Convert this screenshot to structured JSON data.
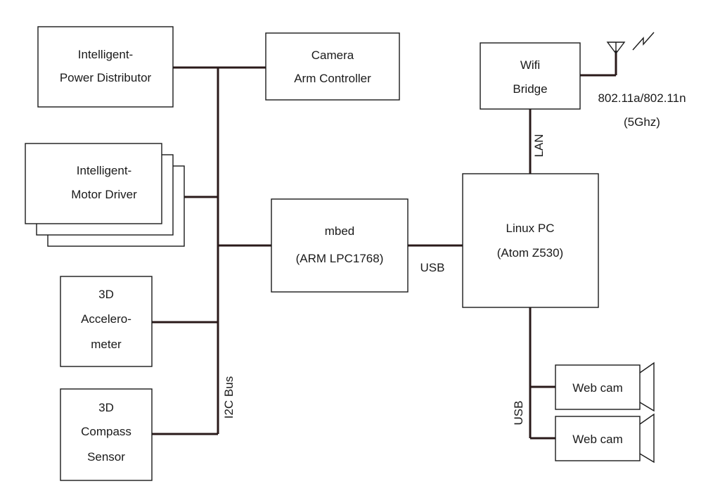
{
  "blocks": {
    "power_distributor": {
      "line1": "Intelligent-",
      "line2": "Power Distributor"
    },
    "camera_arm": {
      "line1": "Camera",
      "line2": "Arm Controller"
    },
    "motor_driver": {
      "line1": "Intelligent-",
      "line2": "Motor Driver"
    },
    "mbed": {
      "line1": "mbed",
      "line2": "(ARM LPC1768)"
    },
    "accelerometer": {
      "line1": "3D",
      "line2": "Accelero-",
      "line3": "meter"
    },
    "compass": {
      "line1": "3D",
      "line2": "Compass",
      "line3": "Sensor"
    },
    "wifi_bridge": {
      "line1": "Wifi",
      "line2": "Bridge"
    },
    "linux_pc": {
      "line1": "Linux PC",
      "line2": "(Atom Z530)"
    },
    "webcam_1": {
      "label": "Web cam"
    },
    "webcam_2": {
      "label": "Web cam"
    }
  },
  "links": {
    "i2c_bus": "I2C Bus",
    "usb_mbed_pc": "USB",
    "usb_webcams": "USB",
    "lan": "LAN"
  },
  "wireless": {
    "standard": "802.11a/802.11n",
    "band": "(5Ghz)"
  },
  "icons": {
    "antenna": "antenna-icon",
    "radio_wave": "radio-wave-icon",
    "webcam": "webcam-icon"
  }
}
